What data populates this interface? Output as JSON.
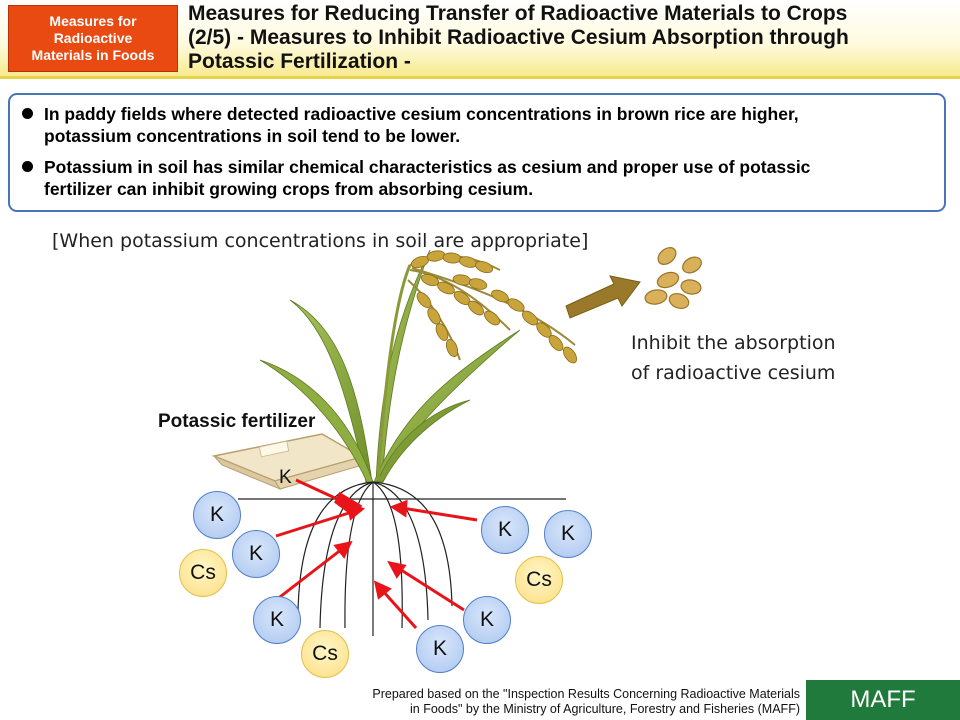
{
  "header": {
    "badge": "Measures for\nRadioactive\nMaterials in Foods",
    "title": "Measures for Reducing Transfer of Radioactive Materials to Crops\n(2/5) - Measures to Inhibit Radioactive Cesium Absorption through\nPotassic Fertilization -"
  },
  "summary": {
    "bullets": [
      "In paddy fields where detected radioactive cesium concentrations in brown rice are higher,\npotassium concentrations in soil tend to be lower.",
      "Potassium in soil has similar chemical characteristics as cesium and proper use of potassic\nfertilizer can inhibit growing crops from absorbing cesium."
    ]
  },
  "diagram": {
    "caption": "[When potassium concentrations in soil are appropriate]",
    "inhibit_label": "Inhibit the absorption\nof radioactive cesium",
    "fertilizer_label": "Potassic fertilizer",
    "bag_ion": "K",
    "ions": [
      {
        "symbol": "K",
        "kind": "potassium"
      },
      {
        "symbol": "K",
        "kind": "potassium"
      },
      {
        "symbol": "Cs",
        "kind": "cesium"
      },
      {
        "symbol": "K",
        "kind": "potassium"
      },
      {
        "symbol": "Cs",
        "kind": "cesium"
      },
      {
        "symbol": "K",
        "kind": "potassium"
      },
      {
        "symbol": "K",
        "kind": "potassium"
      },
      {
        "symbol": "Cs",
        "kind": "cesium"
      },
      {
        "symbol": "K",
        "kind": "potassium"
      },
      {
        "symbol": "K",
        "kind": "potassium"
      }
    ],
    "colors": {
      "arrow": "#e8141a",
      "big_arrow": "#9a7a2a",
      "potassium_fill": "#b9d0f3",
      "cesium_fill": "#fde597"
    }
  },
  "footer": {
    "source": "Prepared based on the \"Inspection Results Concerning Radioactive Materials\nin Foods\" by the Ministry of Agriculture, Forestry and Fisheries (MAFF)",
    "logo": "MAFF"
  }
}
